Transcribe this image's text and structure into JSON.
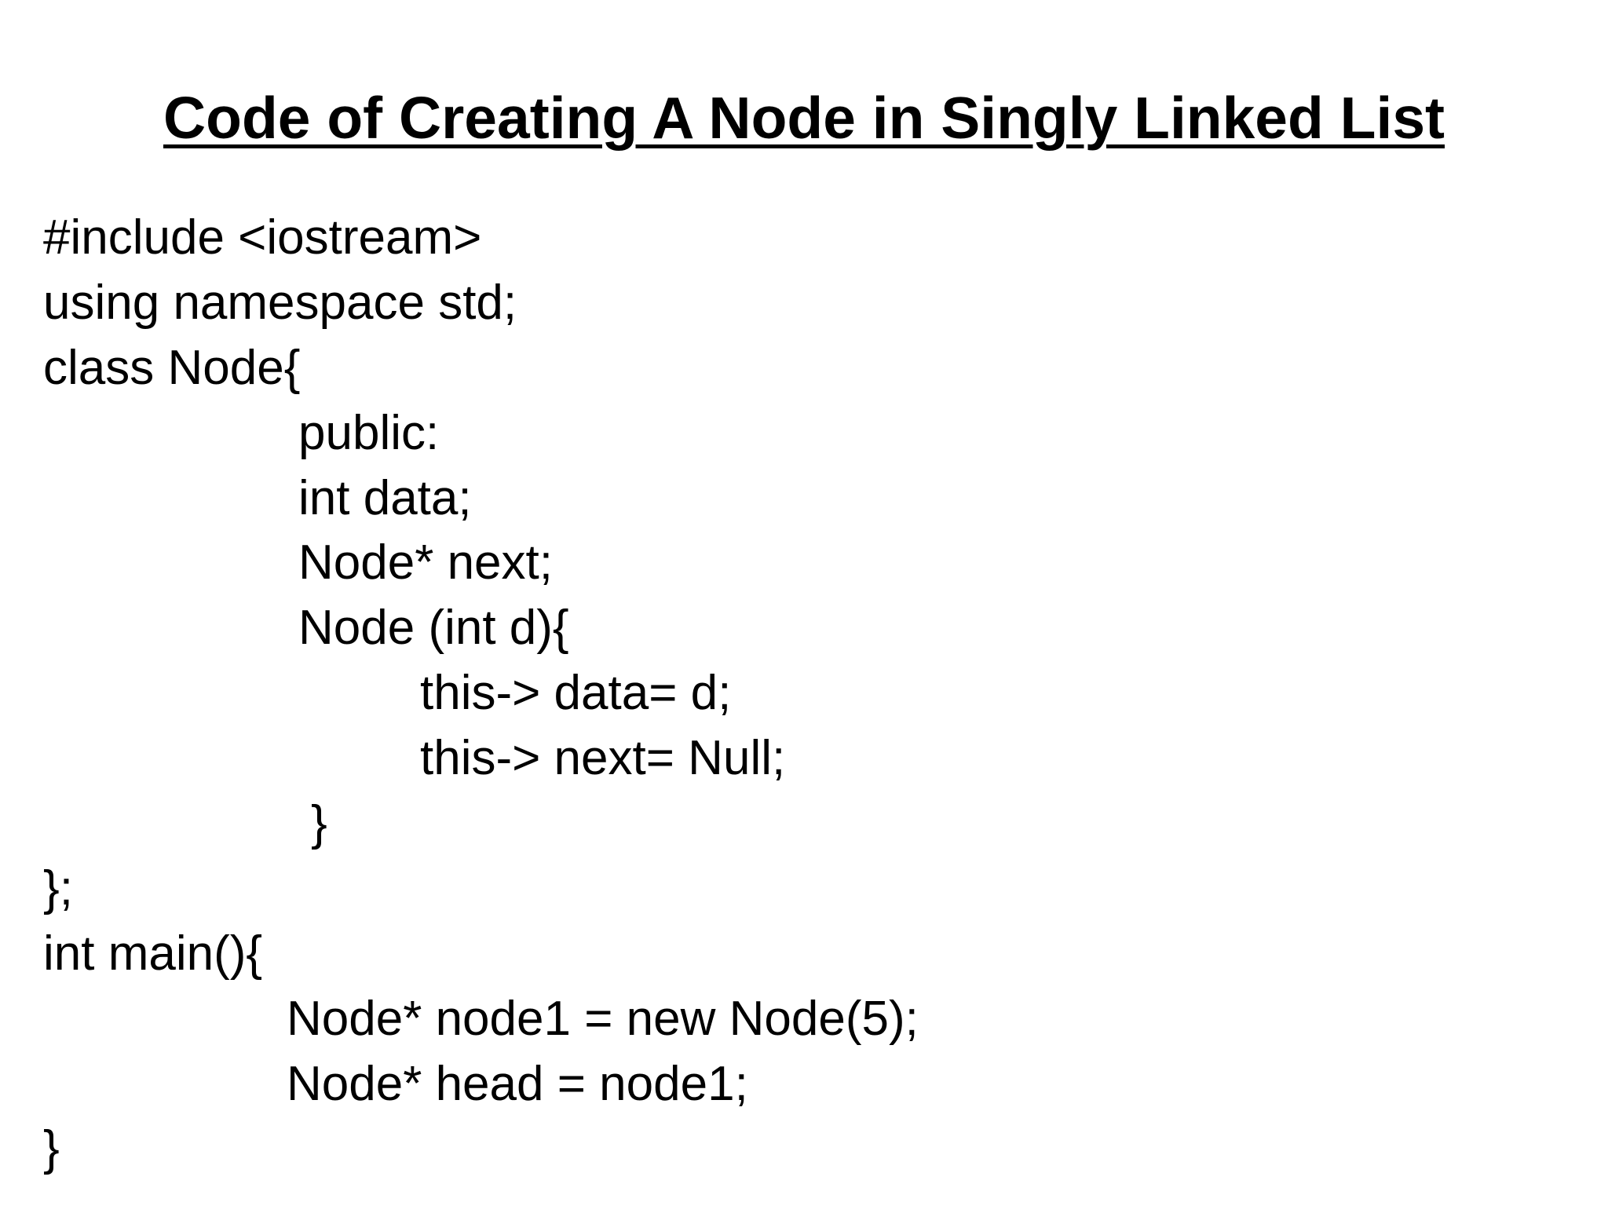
{
  "title": "Code of Creating A Node in Singly Linked List",
  "code_lines": [
    "#include <iostream>",
    "using namespace std;",
    "class Node{",
    "public:",
    "int data;",
    "Node* next;",
    "Node (int d){",
    "this-> data= d;",
    "this-> next= Null;",
    "}",
    "};",
    "int main(){",
    "Node* node1 = new Node(5);",
    "Node* head = node1;",
    "}"
  ]
}
